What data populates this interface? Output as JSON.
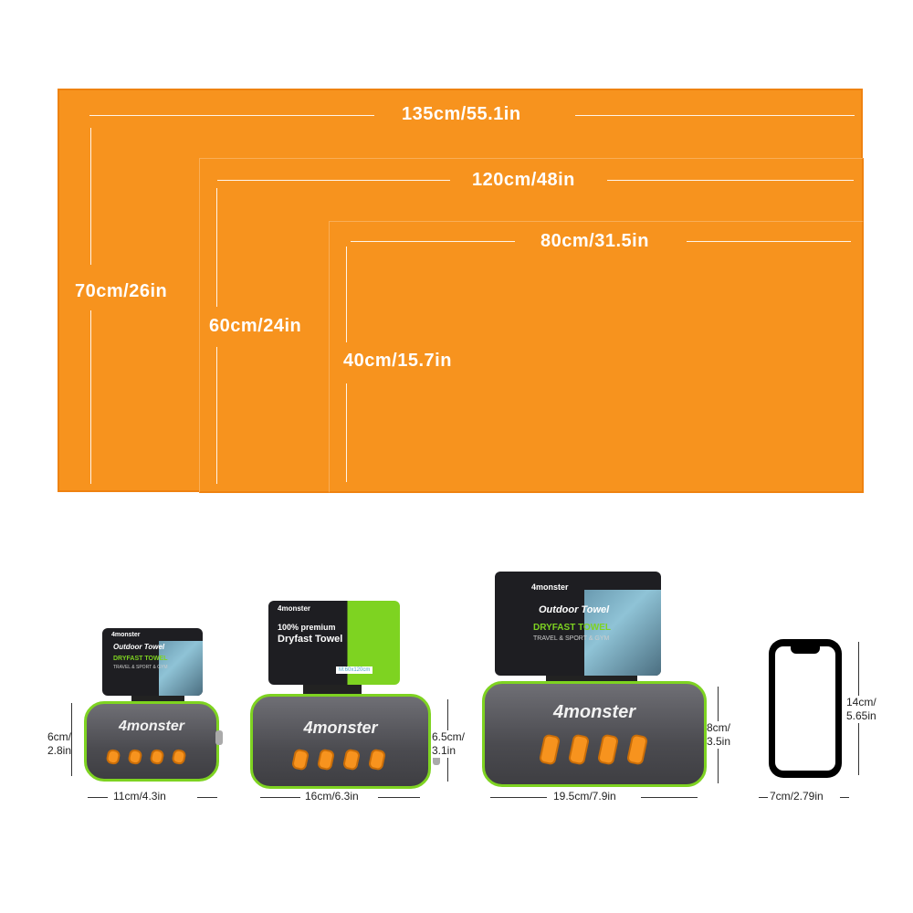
{
  "towels": [
    {
      "width_label": "135cm/55.1in",
      "height_label": "70cm/26in"
    },
    {
      "width_label": "120cm/48in",
      "height_label": "60cm/24in"
    },
    {
      "width_label": "80cm/31.5in",
      "height_label": "40cm/15.7in"
    }
  ],
  "packs": [
    {
      "logo": "4monster",
      "tag_brand": "4monster",
      "tag_title": "Outdoor Towel",
      "tag_line": "DRYFAST TOWEL",
      "tag_sub": "TRAVEL & SPORT & GYM",
      "width_label": "11cm/4.3in",
      "height_label": "6cm/\n2.8in"
    },
    {
      "logo": "4monster",
      "tag_brand": "4monster",
      "tag_title": "100% premium",
      "tag_line": "Dryfast Towel",
      "tag_sub": "M:60x120cm",
      "width_label": "16cm/6.3in",
      "height_label": "6.5cm/\n3.1in"
    },
    {
      "logo": "4monster",
      "tag_brand": "4monster",
      "tag_title": "Outdoor Towel",
      "tag_line": "DRYFAST TOWEL",
      "tag_sub": "TRAVEL & SPORT & GYM",
      "width_label": "19.5cm/7.9in",
      "height_label": "8cm/\n3.5in"
    }
  ],
  "phone": {
    "width_label": "7cm/2.79in",
    "height_label": "14cm/\n5.65in"
  },
  "colors": {
    "towel": "#f7931e",
    "case_trim": "#7ed321",
    "case_body": "#4b4b50"
  }
}
